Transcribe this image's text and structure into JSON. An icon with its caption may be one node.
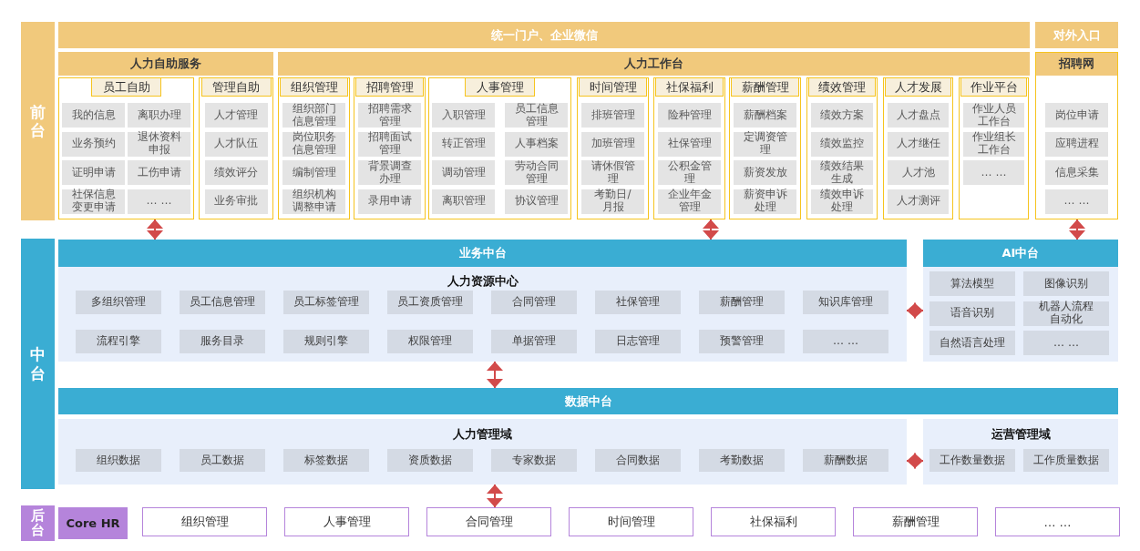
{
  "diagram": {
    "nodes": [
      {
        "text": [
          "前台"
        ]
      },
      {
        "text": [
          "统一门户、企业微信"
        ]
      },
      {
        "text": [
          "对外入口"
        ]
      },
      {
        "text": [
          "人力自助服务"
        ]
      },
      {
        "text": [
          "人力工作台"
        ]
      },
      {
        "text": [
          "招聘网"
        ]
      },
      {
        "text": [
          "员工自助"
        ]
      },
      {
        "text": [
          "我的信息"
        ],
        "in": 6
      },
      {
        "text": [
          "离职办理"
        ],
        "in": 6
      },
      {
        "text": [
          "业务预约"
        ],
        "in": 6
      },
      {
        "text": [
          "退休资料申报"
        ],
        "in": 6
      },
      {
        "text": [
          "证明申请"
        ],
        "in": 6
      },
      {
        "text": [
          "工伤申请"
        ],
        "in": 6
      },
      {
        "text": [
          "社保信息变更申请"
        ],
        "in": 6
      },
      {
        "text": [
          "… …"
        ],
        "in": 6
      },
      {
        "text": [
          "管理自助"
        ]
      },
      {
        "text": [
          "人才管理"
        ],
        "in": 15
      },
      {
        "text": [
          "人才队伍"
        ],
        "in": 15
      },
      {
        "text": [
          "绩效评分"
        ],
        "in": 15
      },
      {
        "text": [
          "业务审批"
        ],
        "in": 15
      },
      {
        "text": [
          "组织管理"
        ]
      },
      {
        "text": [
          "组织部门信息管理"
        ],
        "in": 20
      },
      {
        "text": [
          "岗位职务信息管理"
        ],
        "in": 20
      },
      {
        "text": [
          "编制管理"
        ],
        "in": 20
      },
      {
        "text": [
          "组织机构调整申请"
        ],
        "in": 20
      },
      {
        "text": [
          "招聘管理"
        ]
      },
      {
        "text": [
          "招聘需求管理"
        ],
        "in": 25
      },
      {
        "text": [
          "招聘面试管理"
        ],
        "in": 25
      },
      {
        "text": [
          "背景调查办理"
        ],
        "in": 25
      },
      {
        "text": [
          "录用申请"
        ],
        "in": 25
      },
      {
        "text": [
          "人事管理"
        ]
      },
      {
        "text": [
          "入职管理"
        ],
        "in": 30
      },
      {
        "text": [
          "员工信息管理"
        ],
        "in": 30
      },
      {
        "text": [
          "转正管理"
        ],
        "in": 30
      },
      {
        "text": [
          "人事档案"
        ],
        "in": 30
      },
      {
        "text": [
          "调动管理"
        ],
        "in": 30
      },
      {
        "text": [
          "劳动合同管理"
        ],
        "in": 30
      },
      {
        "text": [
          "离职管理"
        ],
        "in": 30
      },
      {
        "text": [
          "协议管理"
        ],
        "in": 30
      },
      {
        "text": [
          "时间管理"
        ]
      },
      {
        "text": [
          "排班管理"
        ],
        "in": 39
      },
      {
        "text": [
          "加班管理"
        ],
        "in": 39
      },
      {
        "text": [
          "请休假管理"
        ],
        "in": 39
      },
      {
        "text": [
          "考勤日/月报"
        ],
        "in": 39
      },
      {
        "text": [
          "社保福利"
        ]
      },
      {
        "text": [
          "险种管理"
        ],
        "in": 44
      },
      {
        "text": [
          "社保管理"
        ],
        "in": 44
      },
      {
        "text": [
          "公积金管理"
        ],
        "in": 44
      },
      {
        "text": [
          "企业年金管理"
        ],
        "in": 44
      },
      {
        "text": [
          "薪酬管理"
        ]
      },
      {
        "text": [
          "薪酬档案"
        ],
        "in": 49
      },
      {
        "text": [
          "定调资管理"
        ],
        "in": 49
      },
      {
        "text": [
          "薪资发放"
        ],
        "in": 49
      },
      {
        "text": [
          "薪资申诉处理"
        ],
        "in": 49
      },
      {
        "text": [
          "绩效管理"
        ]
      },
      {
        "text": [
          "绩效方案"
        ],
        "in": 54
      },
      {
        "text": [
          "绩效监控"
        ],
        "in": 54
      },
      {
        "text": [
          "绩效结果生成"
        ],
        "in": 54
      },
      {
        "text": [
          "绩效申诉处理"
        ],
        "in": 54
      },
      {
        "text": [
          "人才发展"
        ]
      },
      {
        "text": [
          "人才盘点"
        ],
        "in": 59
      },
      {
        "text": [
          "人才继任"
        ],
        "in": 59
      },
      {
        "text": [
          "人才池"
        ],
        "in": 59
      },
      {
        "text": [
          "人才测评"
        ],
        "in": 59
      },
      {
        "text": [
          "作业平台"
        ]
      },
      {
        "text": [
          "作业人员工作台"
        ],
        "in": 64
      },
      {
        "text": [
          "作业组长工作台"
        ],
        "in": 64
      },
      {
        "text": [
          "… …"
        ],
        "in": 64
      },
      {
        "text": [
          "岗位申请"
        ],
        "in": 5
      },
      {
        "text": [
          "应聘进程"
        ],
        "in": 5
      },
      {
        "text": [
          "信息采集"
        ],
        "in": 5
      },
      {
        "text": [
          "… …"
        ],
        "in": 5
      },
      {
        "text": [
          "中台"
        ]
      },
      {
        "text": [
          "业务中台"
        ]
      },
      {
        "text": [
          "人力资源中心"
        ],
        "in": 73
      },
      {
        "text": [
          "多组织管理"
        ],
        "in": 74
      },
      {
        "text": [
          "员工信息管理"
        ],
        "in": 74
      },
      {
        "text": [
          "员工标签管理"
        ],
        "in": 74
      },
      {
        "text": [
          "员工资质管理"
        ],
        "in": 74
      },
      {
        "text": [
          "合同管理"
        ],
        "in": 74
      },
      {
        "text": [
          "社保管理"
        ],
        "in": 74
      },
      {
        "text": [
          "薪酬管理"
        ],
        "in": 74
      },
      {
        "text": [
          "知识库管理"
        ],
        "in": 74
      },
      {
        "text": [
          "流程引擎"
        ],
        "in": 74
      },
      {
        "text": [
          "服务目录"
        ],
        "in": 74
      },
      {
        "text": [
          "规则引擎"
        ],
        "in": 74
      },
      {
        "text": [
          "权限管理"
        ],
        "in": 74
      },
      {
        "text": [
          "单据管理"
        ],
        "in": 74
      },
      {
        "text": [
          "日志管理"
        ],
        "in": 74
      },
      {
        "text": [
          "预警管理"
        ],
        "in": 74
      },
      {
        "text": [
          "… …"
        ],
        "in": 74
      },
      {
        "text": [
          "AI中台"
        ]
      },
      {
        "text": [
          "算法模型"
        ],
        "in": 91
      },
      {
        "text": [
          "图像识别"
        ],
        "in": 91
      },
      {
        "text": [
          "语音识别"
        ],
        "in": 91
      },
      {
        "text": [
          "机器人流程自动化"
        ],
        "in": 91
      },
      {
        "text": [
          "自然语言处理"
        ],
        "in": 91
      },
      {
        "text": [
          "… …"
        ],
        "in": 91
      },
      {
        "text": [
          "数据中台"
        ]
      },
      {
        "text": [
          "人力管理域"
        ],
        "in": 98
      },
      {
        "text": [
          "组织数据"
        ],
        "in": 99
      },
      {
        "text": [
          "员工数据"
        ],
        "in": 99
      },
      {
        "text": [
          "标签数据"
        ],
        "in": 99
      },
      {
        "text": [
          "资质数据"
        ],
        "in": 99
      },
      {
        "text": [
          "专家数据"
        ],
        "in": 99
      },
      {
        "text": [
          "合同数据"
        ],
        "in": 99
      },
      {
        "text": [
          "考勤数据"
        ],
        "in": 99
      },
      {
        "text": [
          "薪酬数据"
        ],
        "in": 99
      },
      {
        "text": [
          "运营管理域"
        ],
        "in": 98
      },
      {
        "text": [
          "工作数量数据"
        ],
        "in": 108
      },
      {
        "text": [
          "工作质量数据"
        ],
        "in": 108
      },
      {
        "text": [
          "后台"
        ]
      },
      {
        "text": [
          "Core HR"
        ]
      },
      {
        "text": [
          "组织管理"
        ]
      },
      {
        "text": [
          "人事管理"
        ]
      },
      {
        "text": [
          "合同管理"
        ]
      },
      {
        "text": [
          "时间管理"
        ]
      },
      {
        "text": [
          "社保福利"
        ]
      },
      {
        "text": [
          "薪酬管理"
        ]
      },
      {
        "text": [
          "… …"
        ]
      }
    ],
    "edges": [
      {
        "from": 6,
        "to": 73,
        "arrow": "both"
      },
      {
        "from": 44,
        "to": 73,
        "arrow": "both"
      },
      {
        "from": 5,
        "to": 91,
        "arrow": "both"
      },
      {
        "from": 74,
        "to": 91,
        "arrow": "both"
      },
      {
        "from": 73,
        "to": 98,
        "arrow": "both"
      },
      {
        "from": 99,
        "to": 108,
        "arrow": "both"
      },
      {
        "from": 98,
        "to": 115,
        "arrow": "both"
      }
    ]
  }
}
